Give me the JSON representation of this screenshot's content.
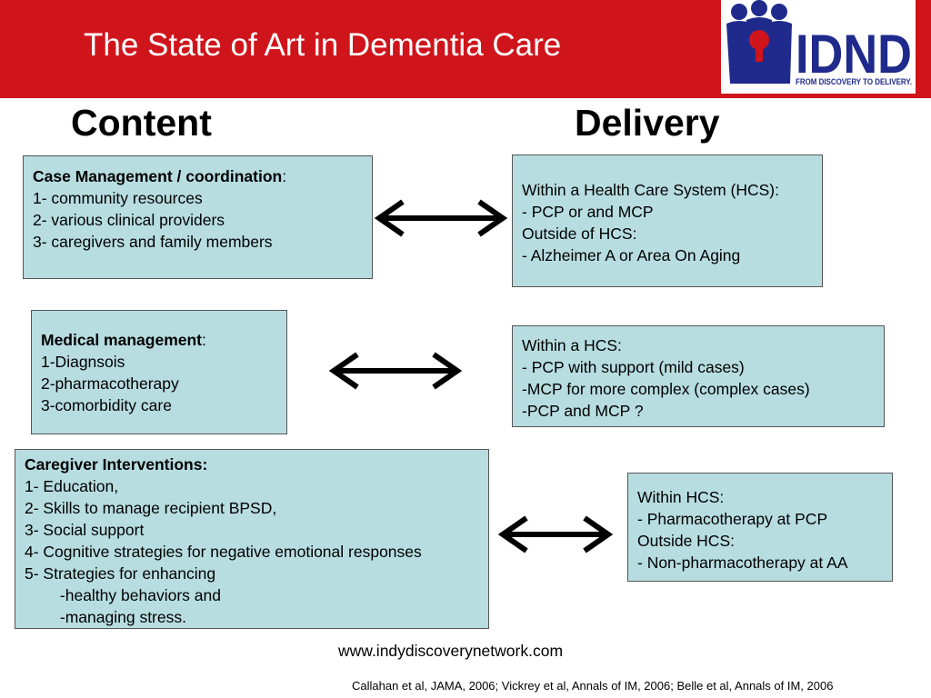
{
  "slide": {
    "title": "The State of Art in Dementia Care"
  },
  "logo": {
    "text": "IDND",
    "tagline": "FROM DISCOVERY TO DELIVERY."
  },
  "headings": {
    "content": "Content",
    "delivery": "Delivery"
  },
  "rows": [
    {
      "content": {
        "heading": "Case Management / coordination",
        "heading_suffix": ":",
        "lines": [
          "1- community resources",
          "2- various clinical providers",
          "3- caregivers and family members"
        ]
      },
      "delivery": {
        "lines": [
          "Within a Health Care System (HCS):",
          "- PCP or and MCP",
          "Outside of HCS:",
          "- Alzheimer A or Area On Aging"
        ]
      }
    },
    {
      "content": {
        "heading": "Medical management",
        "heading_suffix": ":",
        "lines": [
          "1-Diagnsois",
          "2-pharmacotherapy",
          "3-comorbidity care"
        ]
      },
      "delivery": {
        "lines": [
          "Within a HCS:",
          "- PCP with support (mild cases)",
          "-MCP for more complex (complex cases)",
          "-PCP and MCP ?"
        ]
      }
    },
    {
      "content": {
        "heading": "Caregiver Interventions:",
        "heading_suffix": "",
        "lines": [
          "1- Education,",
          "2- Skills to manage recipient BPSD,",
          "3- Social support",
          "4- Cognitive strategies for negative emotional responses",
          "5- Strategies for enhancing",
          "        -healthy behaviors and",
          "        -managing stress."
        ]
      },
      "delivery": {
        "lines": [
          "Within HCS:",
          "- Pharmacotherapy at PCP",
          "Outside HCS:",
          "- Non-pharmacotherapy at AA"
        ]
      }
    }
  ],
  "footer": {
    "url": "www.indydiscoverynetwork.com",
    "citation": "Callahan et al, JAMA, 2006; Vickrey et al, Annals of IM, 2006; Belle et al, Annals of IM, 2006"
  },
  "colors": {
    "header": "#d0141b",
    "box": "#b7dde0",
    "logo_blue": "#1f2a8c",
    "logo_red": "#d0141b"
  }
}
